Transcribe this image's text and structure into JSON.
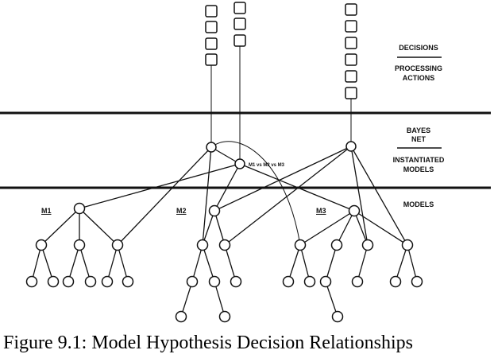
{
  "layers": {
    "decisions": "DECISIONS",
    "processing_actions_1": "PROCESSING",
    "processing_actions_2": "ACTIONS",
    "bayes_net_1": "BAYES",
    "bayes_net_2": "NET",
    "instantiated_models_1": "INSTANTIATED",
    "instantiated_models_2": "MODELS",
    "models": "MODELS"
  },
  "model_labels": [
    "M1",
    "M2",
    "M3"
  ],
  "hypothesis_node_label": "M1 vs M2 vs M3",
  "caption": "Figure 9.1: Model Hypothesis Decision Relationships",
  "colors": {
    "ink": "#111111",
    "background": "#ffffff"
  }
}
